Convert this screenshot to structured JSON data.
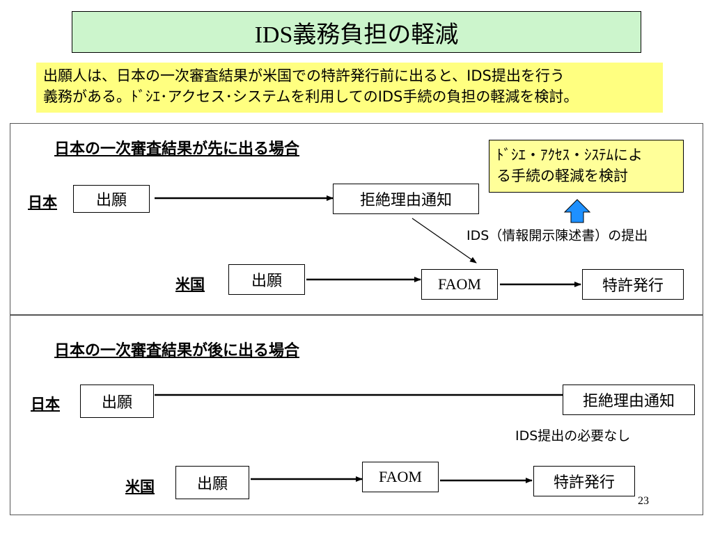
{
  "title": "IDS義務負担の軽減",
  "description": {
    "line1": "出願人は、日本の一次審査結果が米国での特許発行前に出ると、IDS提出を行う",
    "line2": "義務がある。ﾄﾞｼｴ･アクセス･システムを利用してのIDS手続の負担の軽減を検討。"
  },
  "case1": {
    "heading": "日本の一次審査結果が先に出る場合",
    "jp_label": "日本",
    "jp_filing": "出願",
    "jp_rejection": "拒絶理由通知",
    "us_label": "米国",
    "us_filing": "出願",
    "faom": "FAOM",
    "grant": "特許発行",
    "ids_note": "IDS（情報開示陳述書）の提出",
    "callout_line1": "ﾄﾞｼｴ・ｱｸｾｽ・ｼｽﾃﾑによ",
    "callout_line2": "る手続の軽減を検討"
  },
  "case2": {
    "heading": "日本の一次審査結果が後に出る場合",
    "jp_label": "日本",
    "jp_filing": "出願",
    "jp_rejection": "拒絶理由通知",
    "ids_note": "IDS提出の必要なし",
    "us_label": "米国",
    "us_filing": "出願",
    "faom": "FAOM",
    "grant": "特許発行"
  },
  "page_number": "23",
  "colors": {
    "title_bg": "#ccf5cc",
    "desc_bg": "#ffff80",
    "callout_bg": "#ffff99",
    "up_arrow": "#1e90ff"
  }
}
